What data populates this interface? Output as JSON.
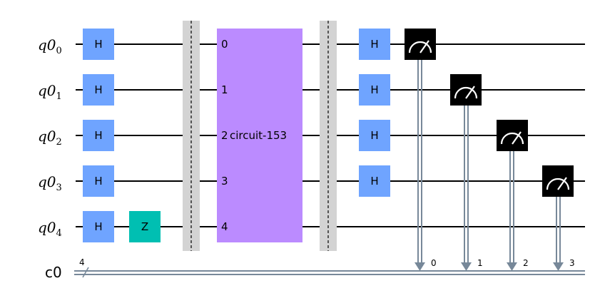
{
  "qubits": [
    {
      "name": "q0",
      "index": "0"
    },
    {
      "name": "q0",
      "index": "1"
    },
    {
      "name": "q0",
      "index": "2"
    },
    {
      "name": "q0",
      "index": "3"
    },
    {
      "name": "q0",
      "index": "4"
    }
  ],
  "classical": {
    "name": "c0",
    "size": "4"
  },
  "gates": {
    "h": "H",
    "z": "Z"
  },
  "subcircuit": {
    "name": "circuit-153",
    "port_labels": [
      "0",
      "1",
      "2",
      "3",
      "4"
    ]
  },
  "measure_targets": [
    "0",
    "1",
    "2",
    "3"
  ],
  "colors": {
    "h_gate": "#6fa4ff",
    "z_gate": "#00bfb2",
    "subcircuit": "#bb8bff",
    "barrier": "#d3d3d3",
    "measure": "#000000",
    "classical_wire": "#778899",
    "wire": "#000000"
  }
}
